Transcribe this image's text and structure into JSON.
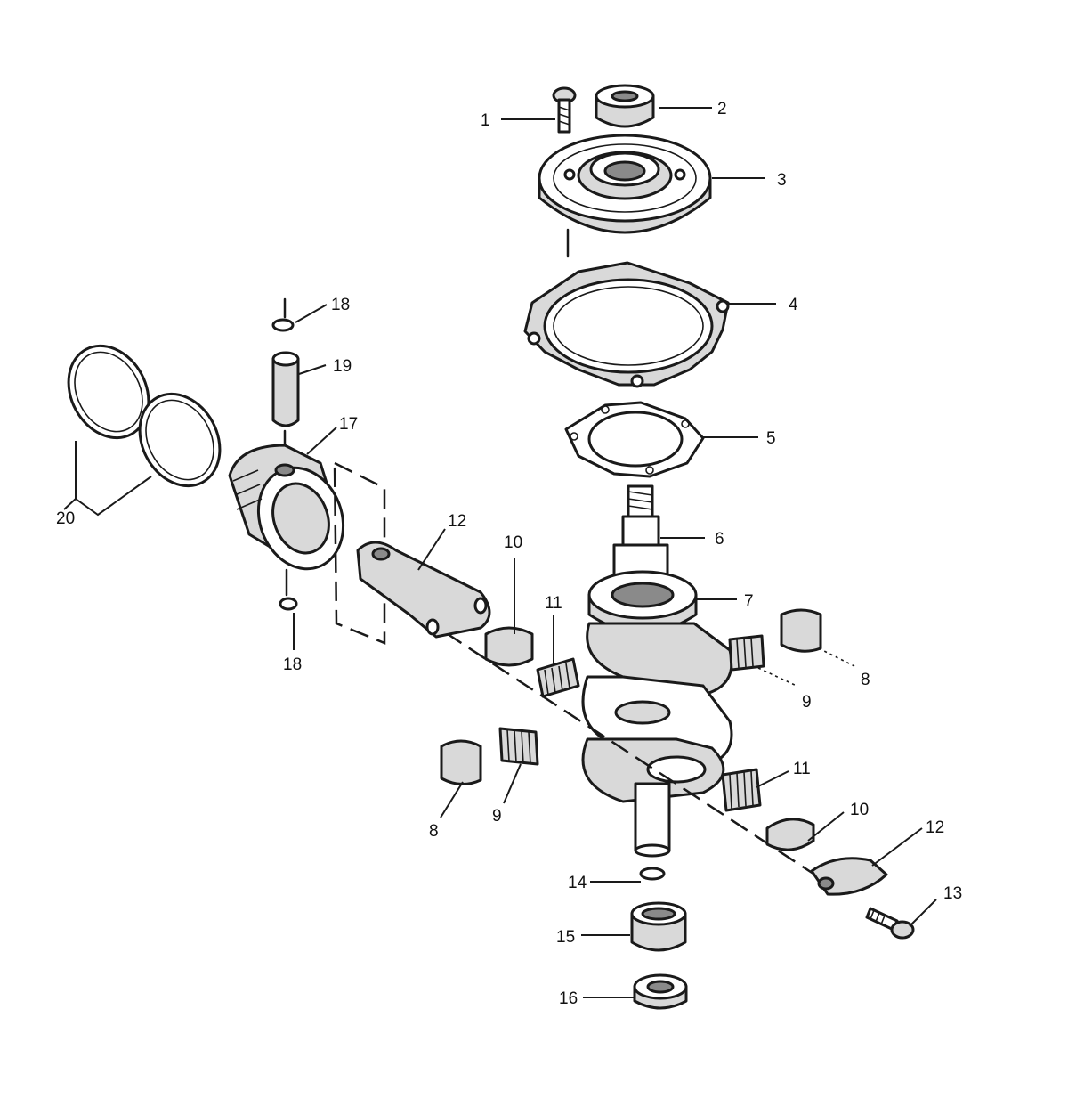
{
  "callouts": [
    {
      "id": "c1",
      "text": "1"
    },
    {
      "id": "c2",
      "text": "2"
    },
    {
      "id": "c3",
      "text": "3"
    },
    {
      "id": "c4",
      "text": "4"
    },
    {
      "id": "c5",
      "text": "5"
    },
    {
      "id": "c6",
      "text": "6"
    },
    {
      "id": "c7",
      "text": "7"
    },
    {
      "id": "c8a",
      "text": "8"
    },
    {
      "id": "c8b",
      "text": "8"
    },
    {
      "id": "c9a",
      "text": "9"
    },
    {
      "id": "c9b",
      "text": "9"
    },
    {
      "id": "c10a",
      "text": "10"
    },
    {
      "id": "c10b",
      "text": "10"
    },
    {
      "id": "c11a",
      "text": "11"
    },
    {
      "id": "c11b",
      "text": "11"
    },
    {
      "id": "c12a",
      "text": "12"
    },
    {
      "id": "c12b",
      "text": "12"
    },
    {
      "id": "c13",
      "text": "13"
    },
    {
      "id": "c14",
      "text": "14"
    },
    {
      "id": "c15",
      "text": "15"
    },
    {
      "id": "c16",
      "text": "16"
    },
    {
      "id": "c17",
      "text": "17"
    },
    {
      "id": "c18a",
      "text": "18"
    },
    {
      "id": "c18b",
      "text": "18"
    },
    {
      "id": "c19",
      "text": "19"
    },
    {
      "id": "c20",
      "text": "20"
    }
  ]
}
